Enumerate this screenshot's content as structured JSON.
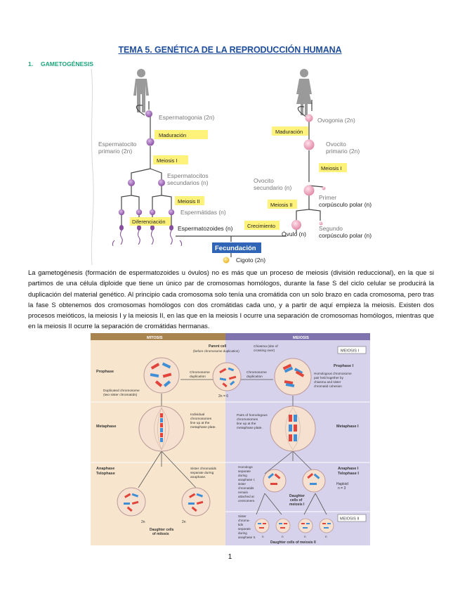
{
  "doc": {
    "title": "TEMA 5. GENÉTICA DE LA REPRODUCCIÓN HUMANA",
    "section_number": "1.",
    "section_title": "GAMETOGÉNESIS",
    "paragraph": "La gametogénesis (formación de espermatozoides u óvulos) no es más que un proceso de meiosis (división reduccional), en la que si partimos de una célula diploide que tiene un único par de cromosomas homólogos, durante la fase S del ciclo celular se producirá la duplicación del material genético. Al principio cada cromosoma solo tenía una cromátida con un solo brazo en cada cromosoma, pero tras la fase S obtenemos dos cromosomas homólogos con dos cromátidas cada uno, y a partir de aquí empieza la meiosis. Existen dos procesos meióticos, la meiosis I y la meiosis II, en las que en la meiosis I ocurre una separación de cromosomas homólogos, mientras que en la meiosis II ocurre la separación de cromátidas hermanas.",
    "page_number": "1"
  },
  "gametogenesis_figure": {
    "labels": {
      "espermatogonia": "Espermatogonia (2n)",
      "maduracion_m": "Maduración",
      "espermatocito_primario_1": "Espermatocito",
      "espermatocito_primario_2": "primario (2n)",
      "meiosis1_m": "Meiosis I",
      "espermatocitos_sec_1": "Espermatocitos",
      "espermatocitos_sec_2": "secundarios (n)",
      "meiosis2_m": "Meiosis II",
      "espermatidas": "Espermátidas (n)",
      "diferenciacion": "Diferenciación",
      "espermatozoides": "Espermatozoides (n)",
      "ovogonia": "Ovogonia (2n)",
      "maduracion_f": "Maduración",
      "ovocito_primario_1": "Ovocito",
      "ovocito_primario_2": "primario (2n)",
      "meiosis1_f": "Meiosis I",
      "ovocito_sec_1": "Ovocito",
      "ovocito_sec_2": "secundario (n)",
      "primer_cp_1": "Primer",
      "primer_cp_2": "corpúsculo polar (n)",
      "meiosis2_f": "Meiosis II",
      "crecimiento": "Crecimiento",
      "ovulo": "Óvulo (n)",
      "segundo_cp_1": "Segundo",
      "segundo_cp_2": "corpúsculo polar (n)",
      "fecundacion": "Fecundación",
      "cigoto": "Cigoto (2n)"
    },
    "colors": {
      "label_box": "#fff27a",
      "male_cell": "#9b5fb5",
      "female_cell": "#e79ab3",
      "fecundacion_bg": "#2f64b6"
    }
  },
  "mitosis_meiosis_figure": {
    "headers": {
      "mitosis": "MITOSIS",
      "meiosis": "MEIOSIS"
    },
    "meiosis_i": "MEIOSIS I",
    "meiosis_ii": "MEIOSIS II",
    "parent_cell_1": "Parent cell",
    "parent_cell_2": "(before chromosome duplication)",
    "chiasma_1": "Chiasma (site of",
    "chiasma_2": "crossing over)",
    "prophase": "Prophase",
    "prophase_i": "Prophase I",
    "chrom_dup_1": "Chromosome",
    "chrom_dup_2": "duplication",
    "two_n_6": "2n = 6",
    "dup_chrom_1": "Duplicated chromosome",
    "dup_chrom_2": "(two sister chromatids)",
    "homolog_pair_1": "Homologous chromosome",
    "homolog_pair_2": "pair held together by",
    "homolog_pair_3": "chiasma and sister",
    "homolog_pair_4": "chromatid cohesion",
    "metaphase": "Metaphase",
    "metaphase_i": "Metaphase I",
    "indiv_1": "Individual",
    "indiv_2": "chromosomes",
    "indiv_3": "line up at the",
    "indiv_4": "metaphase plate.",
    "pairs_1": "Pairs of homologous",
    "pairs_2": "chromosomes",
    "pairs_3": "line up at the",
    "pairs_4": "metaphase plate.",
    "anaphase": "Anaphase",
    "telophase": "Telophase",
    "anaphase_i": "Anaphase I",
    "telophase_i": "Telophase I",
    "sister_sep_1": "Sister chromatids",
    "sister_sep_2": "separate during",
    "sister_sep_3": "anaphase.",
    "homologs_sep": [
      "Homologs",
      "separate",
      "during",
      "anaphase I;",
      "sister",
      "chromatids",
      "remain",
      "attached at",
      "centromere."
    ],
    "haploid_1": "Haploid",
    "haploid_2": "n = 3",
    "daughter_i_1": "Daughter",
    "daughter_i_2": "cells of",
    "daughter_i_3": "meiosis I",
    "two_n": "2n",
    "daughter_mit_1": "Daughter cells",
    "daughter_mit_2": "of mitosis",
    "sister_chroma": [
      "Sister",
      "chroma-",
      "tids",
      "separate",
      "during",
      "anaphase II."
    ],
    "n_label": "n",
    "daughter_ii": "Daughter cells of meiosis II",
    "colors": {
      "mitosis_bg": "#f7e6cd",
      "meiosis_bg": "#d7d2ec",
      "header_mitosis": "#a9844f",
      "header_meiosis": "#7f74ad",
      "chrom_red": "#e0443a",
      "chrom_blue": "#3f8fd6"
    }
  }
}
